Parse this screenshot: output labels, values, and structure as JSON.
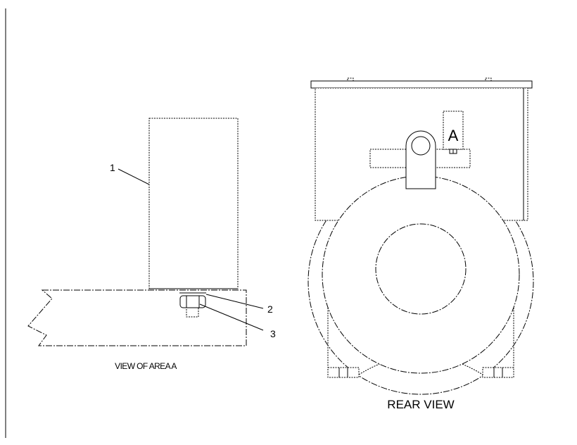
{
  "views": {
    "area_view": {
      "caption": "VIEW OF AREA A",
      "callouts": [
        "1",
        "2",
        "3"
      ]
    },
    "rear_view": {
      "caption": "REAR VIEW",
      "marker": "A"
    }
  }
}
